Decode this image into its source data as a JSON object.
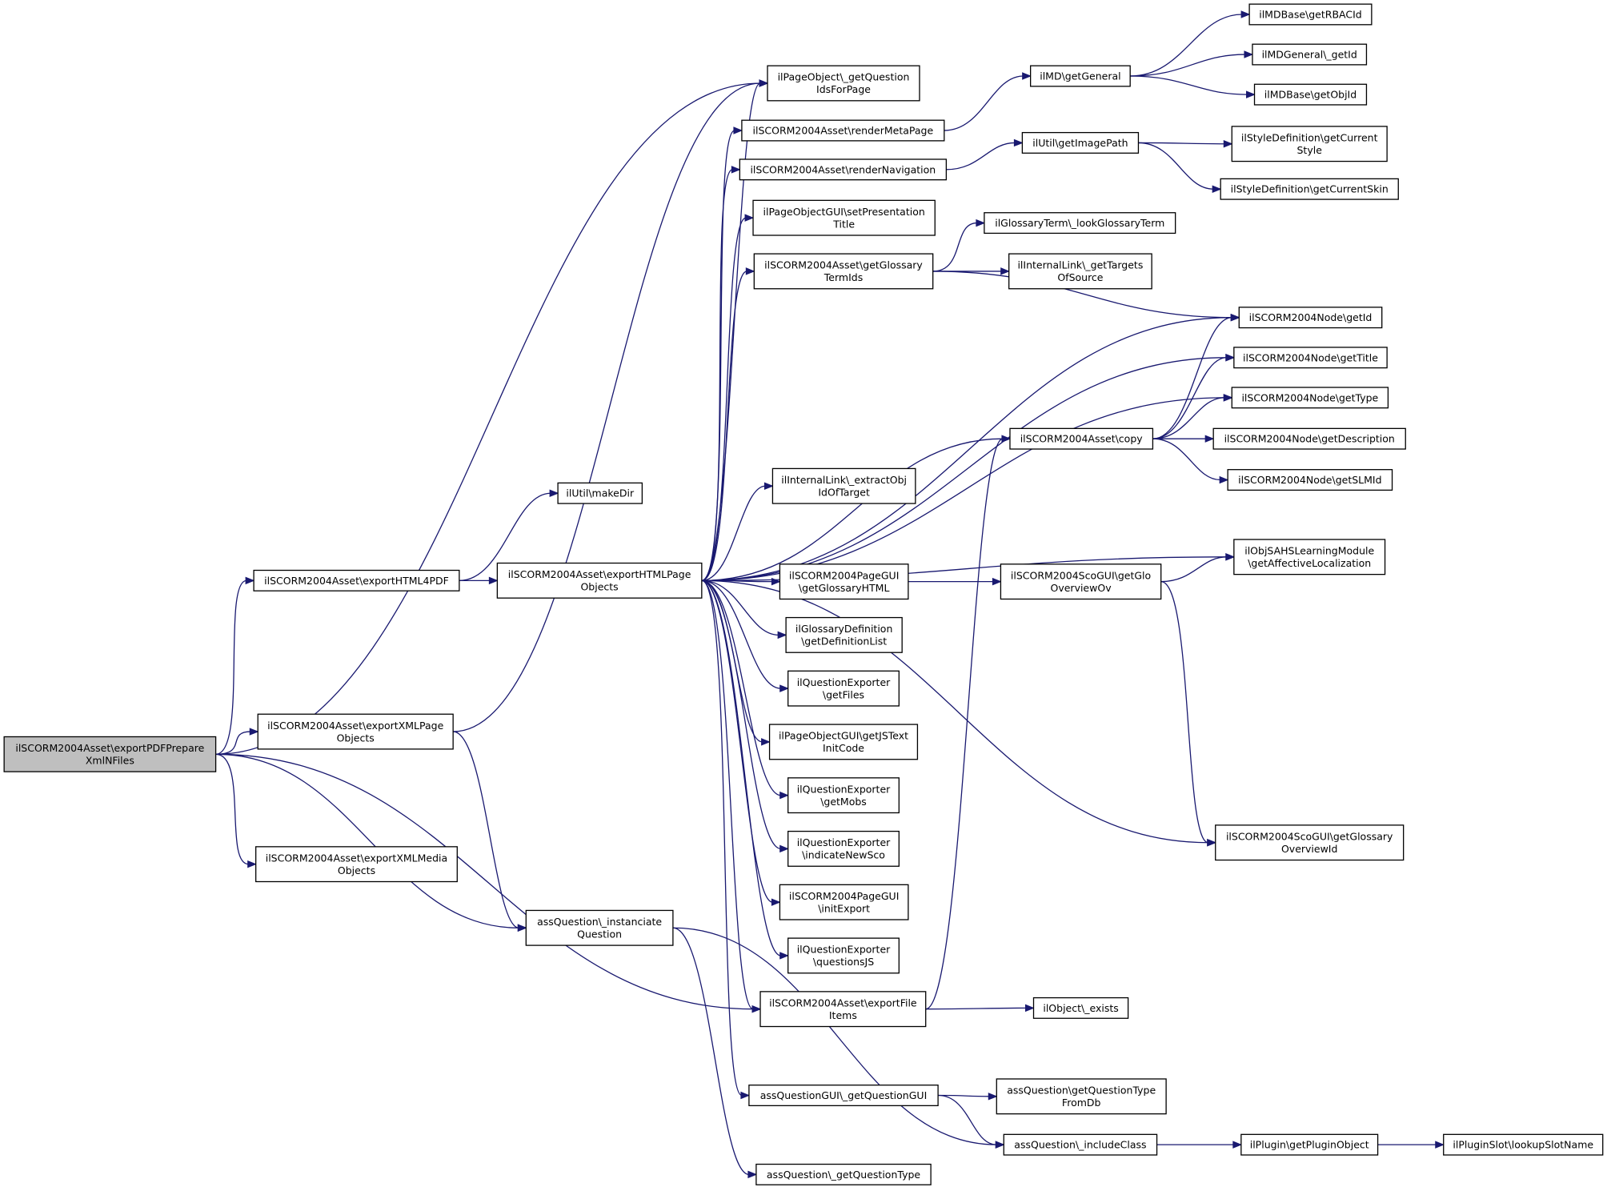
{
  "graph": {
    "colors": {
      "edge": "#191970",
      "root_fill": "#bfbfbf",
      "node_fill": "#ffffff",
      "node_border": "#000000"
    },
    "nodes": [
      {
        "id": "root",
        "lines": [
          "ilSCORM2004Asset\\exportPDFPrepare",
          "XmlNFiles"
        ],
        "root": true
      },
      {
        "id": "exportHTML4PDF",
        "lines": [
          "ilSCORM2004Asset\\exportHTML4PDF"
        ]
      },
      {
        "id": "exportXMLPageObjects",
        "lines": [
          "ilSCORM2004Asset\\exportXMLPage",
          "Objects"
        ]
      },
      {
        "id": "exportXMLMediaObjects",
        "lines": [
          "ilSCORM2004Asset\\exportXMLMedia",
          "Objects"
        ]
      },
      {
        "id": "makeDir",
        "lines": [
          "ilUtil\\makeDir"
        ]
      },
      {
        "id": "exportHTMLPageObjects",
        "lines": [
          "ilSCORM2004Asset\\exportHTMLPage",
          "Objects"
        ]
      },
      {
        "id": "instanciateQuestion",
        "lines": [
          "assQuestion\\_instanciate",
          "Question"
        ]
      },
      {
        "id": "getQuestionIdsForPage",
        "lines": [
          "ilPageObject\\_getQuestion",
          "IdsForPage"
        ]
      },
      {
        "id": "renderMetaPage",
        "lines": [
          "ilSCORM2004Asset\\renderMetaPage"
        ]
      },
      {
        "id": "renderNavigation",
        "lines": [
          "ilSCORM2004Asset\\renderNavigation"
        ]
      },
      {
        "id": "setPresentationTitle",
        "lines": [
          "ilPageObjectGUI\\setPresentation",
          "Title"
        ]
      },
      {
        "id": "getGlossaryTermIds",
        "lines": [
          "ilSCORM2004Asset\\getGlossary",
          "TermIds"
        ]
      },
      {
        "id": "extractObjIdOfTarget",
        "lines": [
          "ilInternalLink\\_extractObj",
          "IdOfTarget"
        ]
      },
      {
        "id": "getGlossaryHTML",
        "lines": [
          "ilSCORM2004PageGUI",
          "\\getGlossaryHTML"
        ]
      },
      {
        "id": "getDefinitionList",
        "lines": [
          "ilGlossaryDefinition",
          "\\getDefinitionList"
        ]
      },
      {
        "id": "getFiles",
        "lines": [
          "ilQuestionExporter",
          "\\getFiles"
        ]
      },
      {
        "id": "getJSTextInitCode",
        "lines": [
          "ilPageObjectGUI\\getJSText",
          "InitCode"
        ]
      },
      {
        "id": "getMobs",
        "lines": [
          "ilQuestionExporter",
          "\\getMobs"
        ]
      },
      {
        "id": "indicateNewSco",
        "lines": [
          "ilQuestionExporter",
          "\\indicateNewSco"
        ]
      },
      {
        "id": "initExport",
        "lines": [
          "ilSCORM2004PageGUI",
          "\\initExport"
        ]
      },
      {
        "id": "questionsJS",
        "lines": [
          "ilQuestionExporter",
          "\\questionsJS"
        ]
      },
      {
        "id": "exportFileItems",
        "lines": [
          "ilSCORM2004Asset\\exportFile",
          "Items"
        ]
      },
      {
        "id": "getQuestionGUI",
        "lines": [
          "assQuestionGUI\\_getQuestionGUI"
        ]
      },
      {
        "id": "getQuestionType",
        "lines": [
          "assQuestion\\_getQuestionType"
        ]
      },
      {
        "id": "getGeneral",
        "lines": [
          "ilMD\\getGeneral"
        ]
      },
      {
        "id": "getImagePath",
        "lines": [
          "ilUtil\\getImagePath"
        ]
      },
      {
        "id": "lookGlossaryTerm",
        "lines": [
          "ilGlossaryTerm\\_lookGlossaryTerm"
        ]
      },
      {
        "id": "getTargetsOfSource",
        "lines": [
          "ilInternalLink\\_getTargets",
          "OfSource"
        ]
      },
      {
        "id": "copy",
        "lines": [
          "ilSCORM2004Asset\\copy"
        ]
      },
      {
        "id": "getGloOverviewOv",
        "lines": [
          "ilSCORM2004ScoGUI\\getGlo",
          "OverviewOv"
        ]
      },
      {
        "id": "objExists",
        "lines": [
          "ilObject\\_exists"
        ]
      },
      {
        "id": "getQuestionTypeFromDb",
        "lines": [
          "assQuestion\\getQuestionType",
          "FromDb"
        ]
      },
      {
        "id": "includeClass",
        "lines": [
          "assQuestion\\_includeClass"
        ]
      },
      {
        "id": "getRBACId",
        "lines": [
          "ilMDBase\\getRBACId"
        ]
      },
      {
        "id": "mdGeneralGetId",
        "lines": [
          "ilMDGeneral\\_getId"
        ]
      },
      {
        "id": "getObjId",
        "lines": [
          "ilMDBase\\getObjId"
        ]
      },
      {
        "id": "getCurrentStyle",
        "lines": [
          "ilStyleDefinition\\getCurrent",
          "Style"
        ]
      },
      {
        "id": "getCurrentSkin",
        "lines": [
          "ilStyleDefinition\\getCurrentSkin"
        ]
      },
      {
        "id": "nodeGetId",
        "lines": [
          "ilSCORM2004Node\\getId"
        ]
      },
      {
        "id": "nodeGetTitle",
        "lines": [
          "ilSCORM2004Node\\getTitle"
        ]
      },
      {
        "id": "nodeGetType",
        "lines": [
          "ilSCORM2004Node\\getType"
        ]
      },
      {
        "id": "nodeGetDescription",
        "lines": [
          "ilSCORM2004Node\\getDescription"
        ]
      },
      {
        "id": "nodeGetSLMId",
        "lines": [
          "ilSCORM2004Node\\getSLMId"
        ]
      },
      {
        "id": "getAffectiveLocalization",
        "lines": [
          "ilObjSAHSLearningModule",
          "\\getAffectiveLocalization"
        ]
      },
      {
        "id": "getGlossaryOverviewId",
        "lines": [
          "ilSCORM2004ScoGUI\\getGlossary",
          "OverviewId"
        ]
      },
      {
        "id": "getPluginObject",
        "lines": [
          "ilPlugin\\getPluginObject"
        ]
      },
      {
        "id": "lookupSlotName",
        "lines": [
          "ilPluginSlot\\lookupSlotName"
        ]
      }
    ],
    "edges": [
      [
        "root",
        "getQuestionIdsForPage"
      ],
      [
        "root",
        "exportHTML4PDF"
      ],
      [
        "root",
        "exportXMLPageObjects"
      ],
      [
        "root",
        "exportXMLMediaObjects"
      ],
      [
        "root",
        "instanciateQuestion"
      ],
      [
        "root",
        "exportFileItems"
      ],
      [
        "exportHTML4PDF",
        "makeDir"
      ],
      [
        "exportHTML4PDF",
        "exportHTMLPageObjects"
      ],
      [
        "exportXMLPageObjects",
        "getQuestionIdsForPage"
      ],
      [
        "exportXMLPageObjects",
        "instanciateQuestion"
      ],
      [
        "exportHTMLPageObjects",
        "getQuestionIdsForPage"
      ],
      [
        "exportHTMLPageObjects",
        "renderMetaPage"
      ],
      [
        "exportHTMLPageObjects",
        "renderNavigation"
      ],
      [
        "exportHTMLPageObjects",
        "setPresentationTitle"
      ],
      [
        "exportHTMLPageObjects",
        "getGlossaryTermIds"
      ],
      [
        "exportHTMLPageObjects",
        "nodeGetId"
      ],
      [
        "exportHTMLPageObjects",
        "nodeGetTitle"
      ],
      [
        "exportHTMLPageObjects",
        "nodeGetType"
      ],
      [
        "exportHTMLPageObjects",
        "copy"
      ],
      [
        "exportHTMLPageObjects",
        "extractObjIdOfTarget"
      ],
      [
        "exportHTMLPageObjects",
        "getAffectiveLocalization"
      ],
      [
        "exportHTMLPageObjects",
        "getGlossaryHTML"
      ],
      [
        "exportHTMLPageObjects",
        "getDefinitionList"
      ],
      [
        "exportHTMLPageObjects",
        "getFiles"
      ],
      [
        "exportHTMLPageObjects",
        "getJSTextInitCode"
      ],
      [
        "exportHTMLPageObjects",
        "getMobs"
      ],
      [
        "exportHTMLPageObjects",
        "indicateNewSco"
      ],
      [
        "exportHTMLPageObjects",
        "initExport"
      ],
      [
        "exportHTMLPageObjects",
        "questionsJS"
      ],
      [
        "exportHTMLPageObjects",
        "exportFileItems"
      ],
      [
        "exportHTMLPageObjects",
        "getGlossaryOverviewId"
      ],
      [
        "exportHTMLPageObjects",
        "getQuestionGUI"
      ],
      [
        "instanciateQuestion",
        "includeClass"
      ],
      [
        "instanciateQuestion",
        "getQuestionType"
      ],
      [
        "renderMetaPage",
        "getGeneral"
      ],
      [
        "renderNavigation",
        "getImagePath"
      ],
      [
        "getGlossaryTermIds",
        "lookGlossaryTerm"
      ],
      [
        "getGlossaryTermIds",
        "getTargetsOfSource"
      ],
      [
        "getGlossaryTermIds",
        "nodeGetId"
      ],
      [
        "getGlossaryHTML",
        "getGloOverviewOv"
      ],
      [
        "exportFileItems",
        "copy"
      ],
      [
        "exportFileItems",
        "objExists"
      ],
      [
        "getQuestionGUI",
        "getQuestionTypeFromDb"
      ],
      [
        "getQuestionGUI",
        "includeClass"
      ],
      [
        "getGeneral",
        "getRBACId"
      ],
      [
        "getGeneral",
        "mdGeneralGetId"
      ],
      [
        "getGeneral",
        "getObjId"
      ],
      [
        "getImagePath",
        "getCurrentStyle"
      ],
      [
        "getImagePath",
        "getCurrentSkin"
      ],
      [
        "copy",
        "nodeGetId"
      ],
      [
        "copy",
        "nodeGetTitle"
      ],
      [
        "copy",
        "nodeGetType"
      ],
      [
        "copy",
        "nodeGetDescription"
      ],
      [
        "copy",
        "nodeGetSLMId"
      ],
      [
        "getGloOverviewOv",
        "getAffectiveLocalization"
      ],
      [
        "getGloOverviewOv",
        "getGlossaryOverviewId"
      ],
      [
        "includeClass",
        "getPluginObject"
      ],
      [
        "getPluginObject",
        "lookupSlotName"
      ]
    ]
  }
}
